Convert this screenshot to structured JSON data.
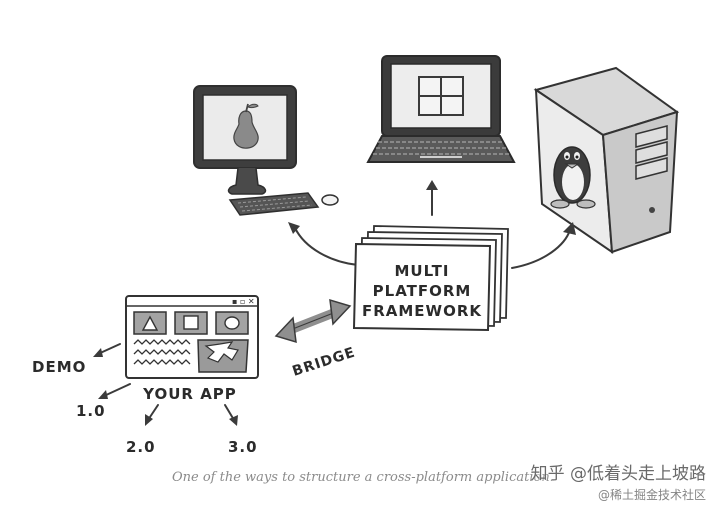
{
  "diagram": {
    "framework_lines": [
      "MULTI",
      "PLATFORM",
      "FRAMEWORK"
    ],
    "bridge_label": "BRIDGE",
    "app_label": "YOUR APP",
    "versions": {
      "demo": "DEMO",
      "v1": "1.0",
      "v2": "2.0",
      "v3": "3.0"
    },
    "platforms": {
      "left": "pear-desktop-icon",
      "middle": "windows-laptop-icon",
      "right": "linux-tower-icon"
    }
  },
  "caption": "One of the ways to structure a cross-platform application.",
  "watermark": {
    "line1": "知乎 @低着头走上坡路",
    "line2": "@稀土掘金技术社区"
  }
}
